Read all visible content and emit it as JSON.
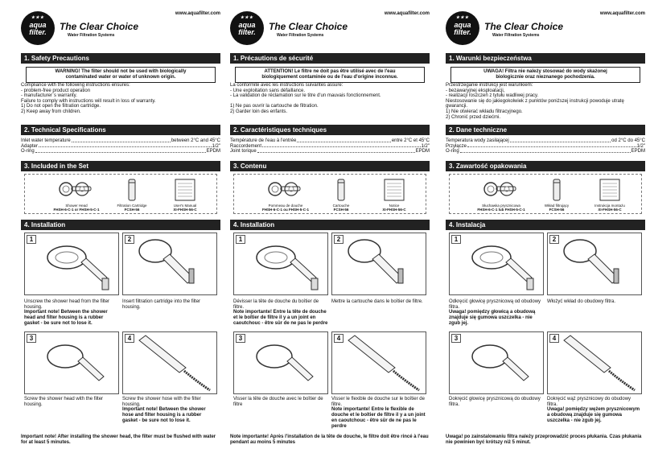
{
  "brand": {
    "logo_line1": "aqua",
    "logo_line2": "filter.",
    "stars": "★★★",
    "title": "The Clear Choice",
    "subtitle": "Water Filtration Systems",
    "url": "www.aquafilter.com"
  },
  "columns": [
    {
      "safety_title": "1. Safety Precautions",
      "warning_line1": "WARNING! The filter should not be used with biologically",
      "warning_line2": "contaminated water or water of unknown origin.",
      "safety_text": [
        "Compliance with the following instructions ensures:",
        "- problem-free product operation",
        "- manufacturer`s warranty.",
        "Failure to comply with instructions will result in loss of warranty.",
        "1) Do not open the filtration cartridge.",
        "2) Keep away from children."
      ],
      "spec_title": "2. Technical Specifications",
      "specs": [
        {
          "label": "Inlet water temperature",
          "value": "between 2°C and 45°C"
        },
        {
          "label": "Adapter",
          "value": "1/2\""
        },
        {
          "label": "O-ring",
          "value": "EPDM"
        }
      ],
      "set_title": "3. Included in the Set",
      "set_items": [
        {
          "l1": "Shower Head",
          "l2": "FHSH-6-C-1 or FHSH-5-C-1"
        },
        {
          "l1": "Filtration Cartridge",
          "l2": "FCSH-56"
        },
        {
          "l1": "User's Manual",
          "l2": "XI-FHSH-56-C"
        }
      ],
      "install_title": "4. Installation",
      "step1": "Unscrew the shower head from the filter housing.",
      "step1_note": "Important note! Between the shower head and filter housing is a rubber gasket - be sure not to lose it.",
      "step2": "Insert filtration cartridge into the filter housing.",
      "step2_note": "",
      "step3": "Screw the shower head with the filter housing.",
      "step3_note": "",
      "step4": "Screw the shower hose with the filter housing.",
      "step4_note": "Important note! Between the shower hose and filter housing is a rubber gasket - be sure not to lose it.",
      "footer": "Important note! After installing the shower head, the filter must be flushed with water for at least 5 minutes."
    },
    {
      "safety_title": "1.  Précautions de sécurité",
      "warning_line1": "ATTENTION! Le filtre ne doit pas être utilisé avec de l'eau",
      "warning_line2": "biologiquement contaminée ou de l'eau d'origine inconnue.",
      "safety_text": [
        "La conformité avec les instructions suivantes assure:",
        "- Une exploitation sans défaillance.",
        "- La validation de réclamation sur le titre d'un mauvais fonctionnement.",
        "",
        "1) Ne pas ouvrir la cartouche de filtration.",
        "2) Garder loin des enfants."
      ],
      "spec_title": "2.  Caractéristiques techniques",
      "specs": [
        {
          "label": "Température de l'eau à l'entrée",
          "value": "entre  2°C et 45°C"
        },
        {
          "label": "Raccordement",
          "value": "1/2\""
        },
        {
          "label": "Joint torique",
          "value": "EPDM"
        }
      ],
      "set_title": "3.  Contenu",
      "set_items": [
        {
          "l1": "Pommeau de douche",
          "l2": "FHSH-6-C-1 ou FHSH-5-C-1"
        },
        {
          "l1": "Cartouche",
          "l2": "FCSH-56"
        },
        {
          "l1": "Notice",
          "l2": "XI-FHSH-56-C"
        }
      ],
      "install_title": "4.  Installation",
      "step1": "Dévisser la tête de douche du boîtier de filtre.",
      "step1_note": "Note importante! Entre la tête de douche et le boîtier de filtre il y a un joint en caoutchouc - être sûr de ne pas le perdre",
      "step2": "Mettre la cartouche dans le boîtier de filtre.",
      "step2_note": "",
      "step3": "Visser la tête de douche avec le boîtier de filtre",
      "step3_note": "",
      "step4": "Visser le flexible de douche sur le boîtier de filtre.",
      "step4_note": "Note importante! Entre le flexible de douche et le boîtier de filtre il y a un joint en caoutchouc - être sûr de ne pas le perdre",
      "footer": "Note importante! Après l'installation de la tête de douche, le filtre doit être rincé à l'eau pendant au moins 5 minutes"
    },
    {
      "safety_title": "1. Warunki bezpieczeństwa",
      "warning_line1": "UWAGA! Filtra nie należy stosować do wody skażonej",
      "warning_line2": "biologicznie oraz nieznanego pochodzenia.",
      "safety_text": [
        "Przestrzeganie instrukcji jest warunkiem:",
        "- bezawaryjnej eksploatacji,",
        "- realizacji roszczeń z tytułu wadliwej pracy.",
        "Niestosowanie się do jakiegokolwiek z punktów poniższej instrukcji powoduje utratę gwarancji.",
        "1) Nie otwierać wkładu filtracyjnego.",
        "2) Chronić przed dziećmi."
      ],
      "spec_title": "2. Dane techniczne",
      "specs": [
        {
          "label": "Temperatura wody zasilającej",
          "value": "od 2°C do 45°C"
        },
        {
          "label": "Przyłącze",
          "value": "1/2\""
        },
        {
          "label": "O-ring",
          "value": "EPDM"
        }
      ],
      "set_title": "3. Zawartość opakowania",
      "set_items": [
        {
          "l1": "Słuchawka prysznicowa",
          "l2": "FHSH-6-C-1 lub FHSH-5-C-1"
        },
        {
          "l1": "Wkład filtrujący",
          "l2": "FCSH-56"
        },
        {
          "l1": "Instrukcja montażu",
          "l2": "XI-FHSH-56-C"
        }
      ],
      "install_title": "4. Instalacja",
      "step1": "Odkręcić głowicę prysznicową od obudowy filtra.",
      "step1_note": "Uwaga! pomiędzy głowicą a obudową znajduje się gumowa uszczelka - nie zgub jej.",
      "step2": "Włożyć wkład do obudowy filtra.",
      "step2_note": "",
      "step3": "Dokręcić głowicę prysznicową do obudowy filtra.",
      "step3_note": "",
      "step4": "Dokręcić wąż prysznicowy do obudowy filtra.",
      "step4_note": "Uwaga! pomiędzy wężem prysznicowym a obudową znajduje się gumowa uszczelka - nie zgub jej.",
      "footer": "Uwaga! po zainstalowaniu filtra należy przeprowadzić proces płukania. Czas płukania nie powinien być krótszy niż 5 minut."
    }
  ]
}
